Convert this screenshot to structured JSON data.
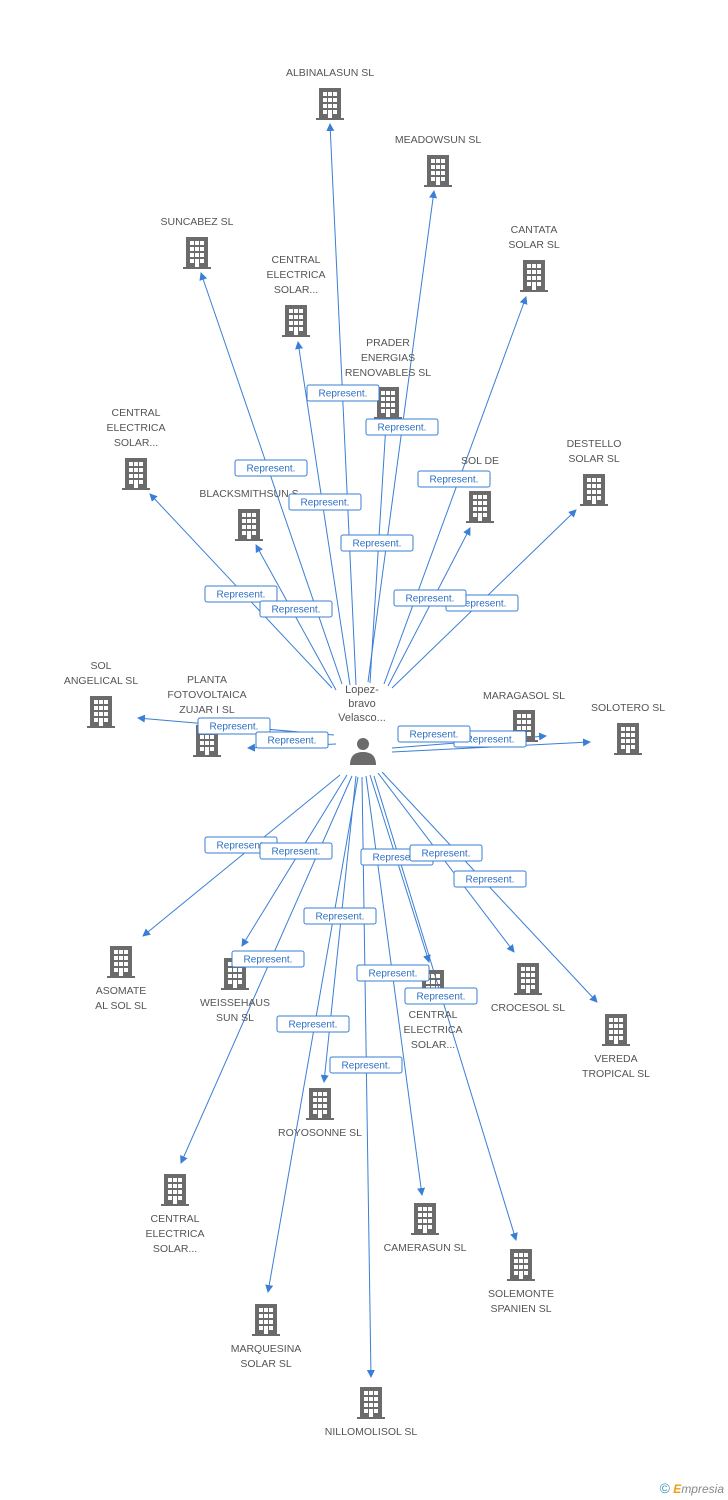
{
  "center": {
    "label": [
      "Lopez-",
      "bravo",
      "Velasco..."
    ],
    "icon": "person-icon"
  },
  "edge_label": "Represent.",
  "footer": {
    "copyright": "©",
    "brand_first": "E",
    "brand_rest": "mpresia"
  },
  "colors": {
    "edge": "#3a7fd5",
    "node": "#6b6b6b",
    "text": "#555555"
  },
  "nodes": [
    {
      "id": "albinalasun",
      "label": [
        "ALBINALASUN SL"
      ]
    },
    {
      "id": "meadowsun",
      "label": [
        "MEADOWSUN SL"
      ]
    },
    {
      "id": "suncabez",
      "label": [
        "SUNCABEZ SL"
      ]
    },
    {
      "id": "cantata",
      "label": [
        "CANTATA",
        "SOLAR SL"
      ]
    },
    {
      "id": "central1",
      "label": [
        "CENTRAL",
        "ELECTRICA",
        "SOLAR..."
      ]
    },
    {
      "id": "prader",
      "label": [
        "PRADER",
        "ENERGIAS",
        "RENOVABLES SL"
      ]
    },
    {
      "id": "central2",
      "label": [
        "CENTRAL",
        "ELECTRICA",
        "SOLAR..."
      ]
    },
    {
      "id": "destello",
      "label": [
        "DESTELLO",
        "SOLAR SL"
      ]
    },
    {
      "id": "solde",
      "label": [
        "SOL DE",
        "A SL"
      ]
    },
    {
      "id": "blacksmithsun",
      "label": [
        "BLACKSMITHSUN S"
      ]
    },
    {
      "id": "angelical",
      "label": [
        "SOL",
        "ANGELICAL SL"
      ]
    },
    {
      "id": "planta",
      "label": [
        "PLANTA",
        "FOTOVOLTAICA",
        "ZUJAR I SL"
      ]
    },
    {
      "id": "maragasol",
      "label": [
        "MARAGASOL SL"
      ]
    },
    {
      "id": "solotero",
      "label": [
        "SOLOTERO SL"
      ]
    },
    {
      "id": "asomate",
      "label": [
        "ASOMATE",
        "AL SOL SL"
      ]
    },
    {
      "id": "weissehaus",
      "label": [
        "WEISSEHAUS",
        "SUN SL"
      ]
    },
    {
      "id": "central3",
      "label": [
        "CENTRAL",
        "ELECTRICA",
        "SOLAR..."
      ]
    },
    {
      "id": "crocesol",
      "label": [
        "CROCESOL SL"
      ]
    },
    {
      "id": "vereda",
      "label": [
        "VEREDA",
        "TROPICAL SL"
      ]
    },
    {
      "id": "royosonne",
      "label": [
        "ROYOSONNE SL"
      ]
    },
    {
      "id": "central4",
      "label": [
        "CENTRAL",
        "ELECTRICA",
        "SOLAR..."
      ]
    },
    {
      "id": "camerasun",
      "label": [
        "CAMERASUN SL"
      ]
    },
    {
      "id": "solemonte",
      "label": [
        "SOLEMONTE",
        "SPANIEN SL"
      ]
    },
    {
      "id": "marquesina",
      "label": [
        "MARQUESINA",
        "SOLAR SL"
      ]
    },
    {
      "id": "nillomolisol",
      "label": [
        "NILLOMOLISOL SL"
      ]
    }
  ]
}
